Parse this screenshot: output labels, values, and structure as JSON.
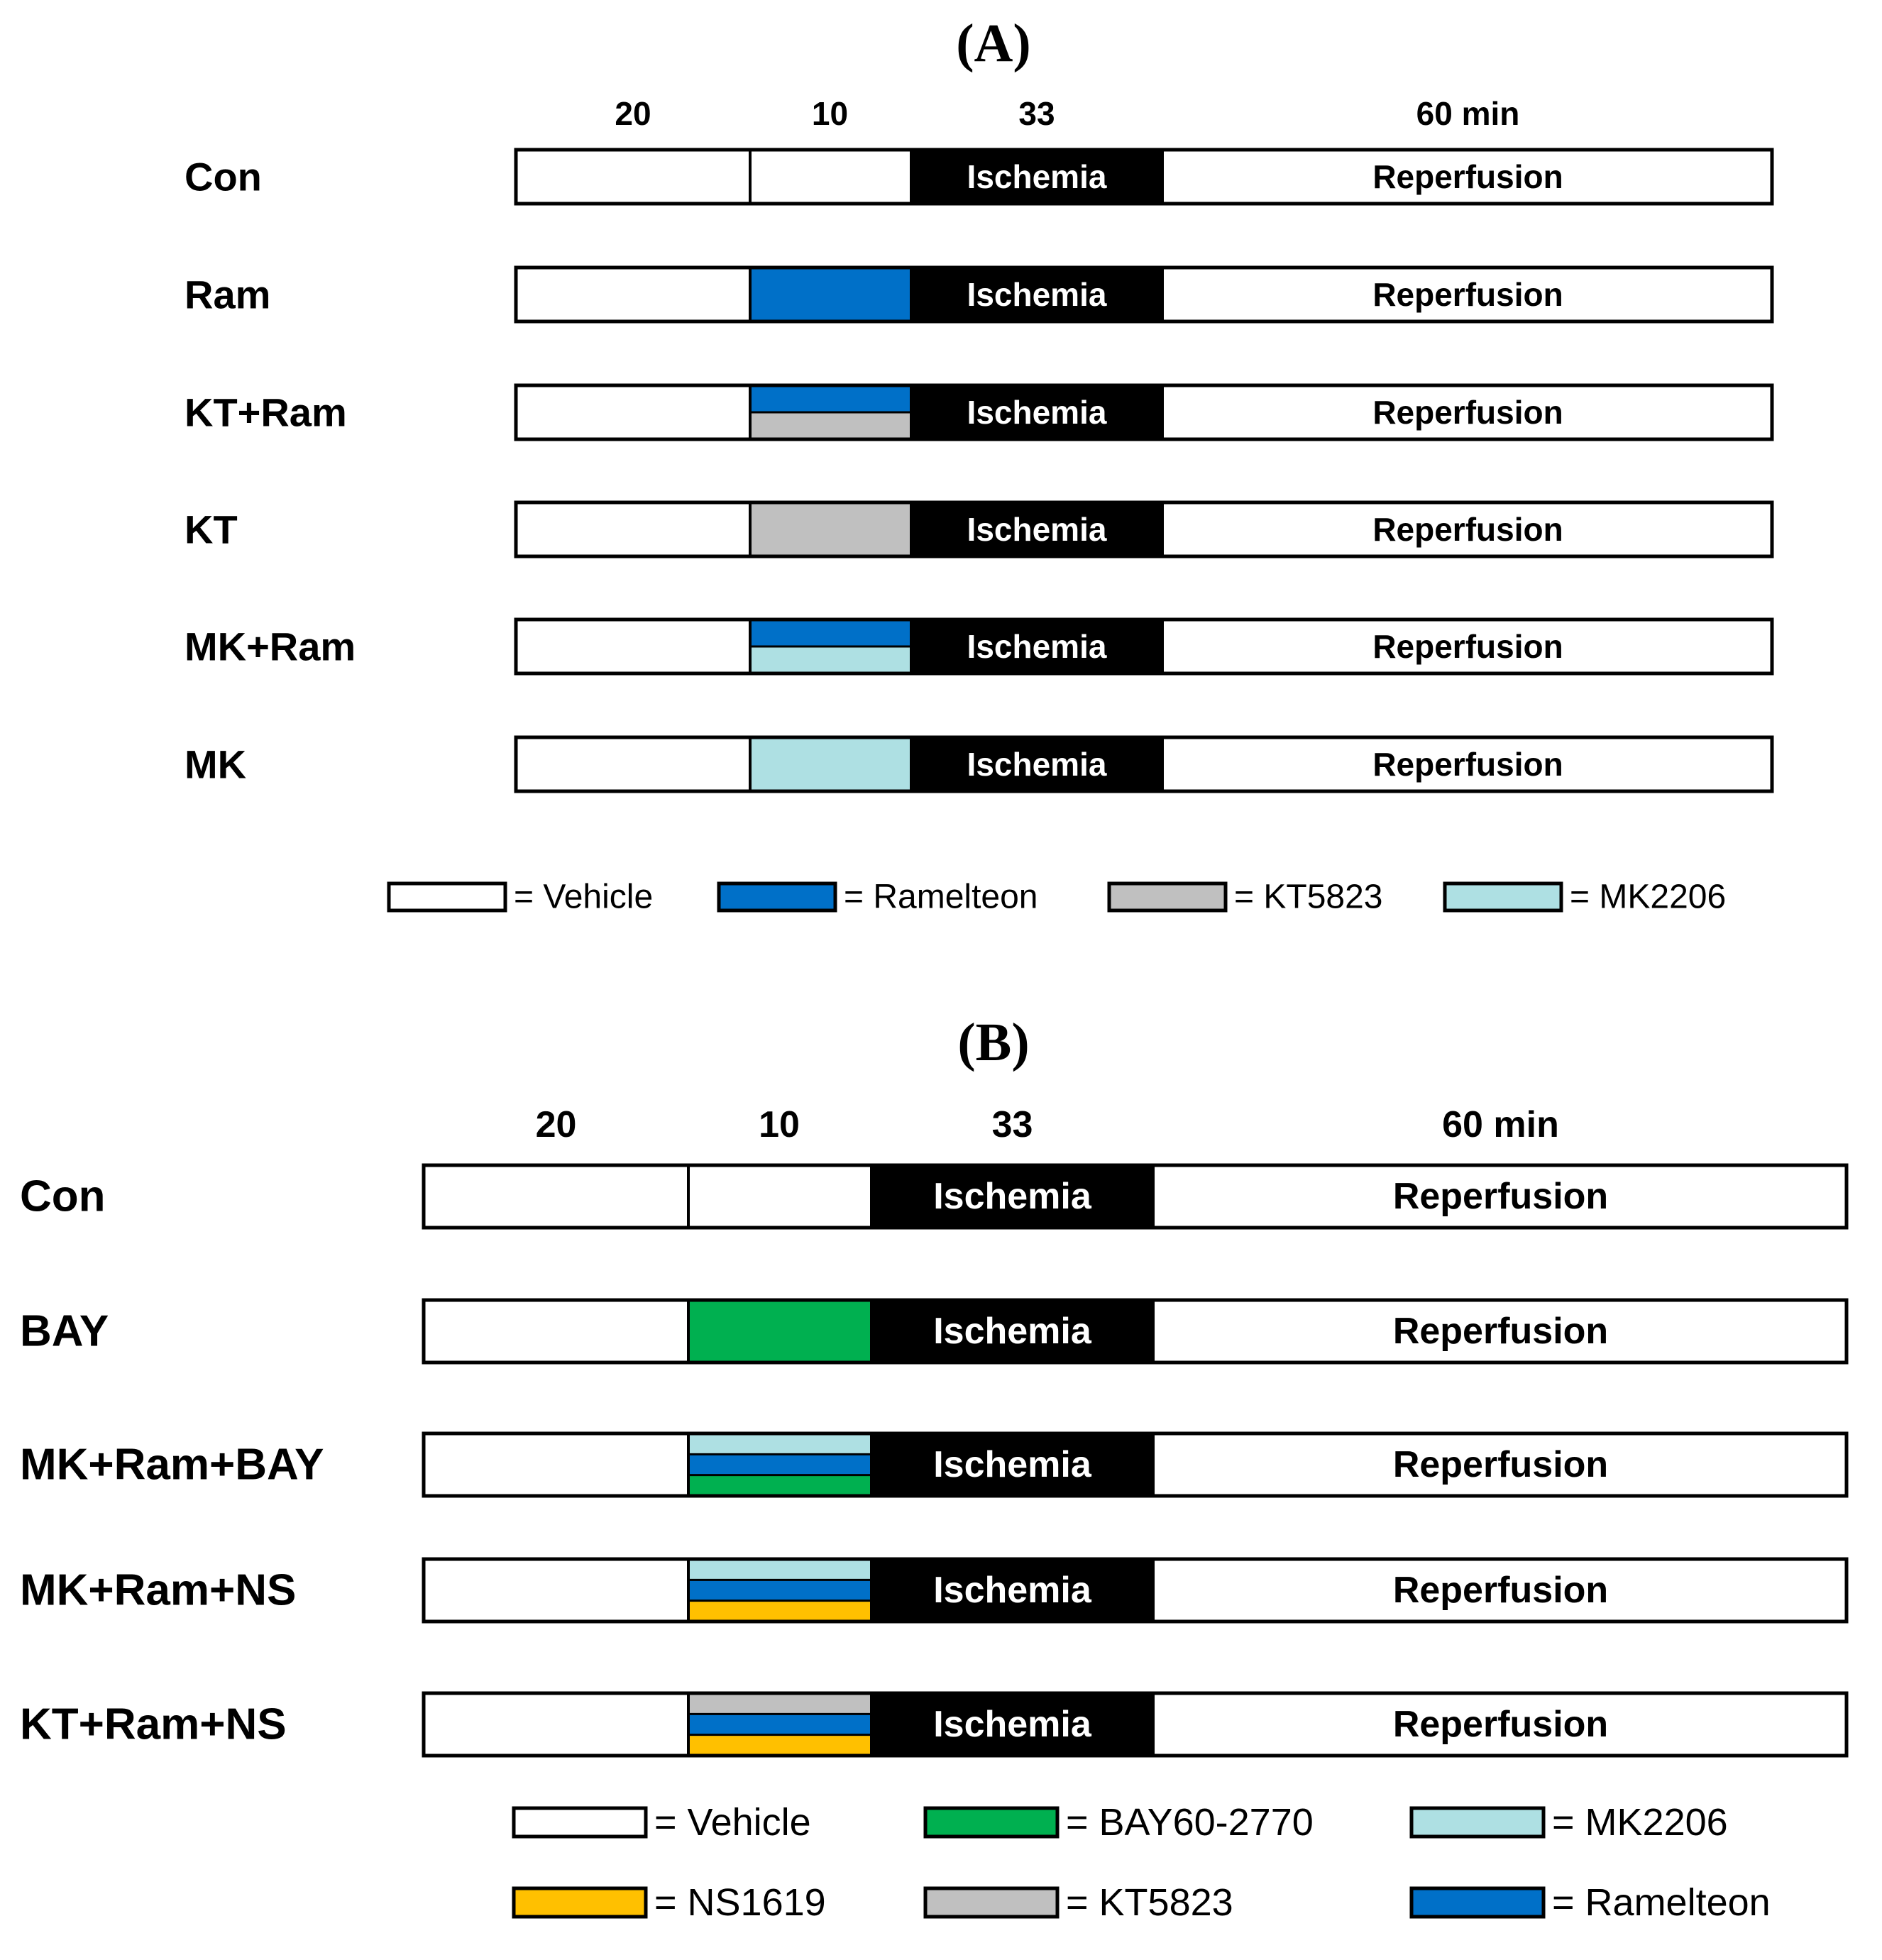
{
  "colors": {
    "vehicle": "#ffffff",
    "ramelteon": "#0070c8",
    "kt5823": "#c0c0c0",
    "mk2206": "#aee0e3",
    "bay": "#00b050",
    "ns1619": "#ffc000",
    "ischemia": "#000000"
  },
  "panelA": {
    "title": "(A)",
    "durations": [
      "20",
      "10",
      "33",
      "60 min"
    ],
    "ischemia_label": "Ischemia",
    "reperfusion_label": "Reperfusion",
    "rows": [
      {
        "label": "Con",
        "drugs": [
          "vehicle"
        ]
      },
      {
        "label": "Ram",
        "drugs": [
          "ramelteon"
        ]
      },
      {
        "label": "KT+Ram",
        "drugs": [
          "ramelteon",
          "kt5823"
        ]
      },
      {
        "label": "KT",
        "drugs": [
          "kt5823"
        ]
      },
      {
        "label": "MK+Ram",
        "drugs": [
          "ramelteon",
          "mk2206"
        ]
      },
      {
        "label": "MK",
        "drugs": [
          "mk2206"
        ]
      }
    ],
    "legend": [
      {
        "drug": "vehicle",
        "text": "= Vehicle"
      },
      {
        "drug": "ramelteon",
        "text": "= Ramelteon"
      },
      {
        "drug": "kt5823",
        "text": "= KT5823"
      },
      {
        "drug": "mk2206",
        "text": "= MK2206"
      }
    ]
  },
  "panelB": {
    "title": "(B)",
    "durations": [
      "20",
      "10",
      "33",
      "60 min"
    ],
    "ischemia_label": "Ischemia",
    "reperfusion_label": "Reperfusion",
    "rows": [
      {
        "label": "Con",
        "drugs": [
          "vehicle"
        ]
      },
      {
        "label": "BAY",
        "drugs": [
          "bay"
        ]
      },
      {
        "label": "MK+Ram+BAY",
        "drugs": [
          "mk2206",
          "ramelteon",
          "bay"
        ]
      },
      {
        "label": "MK+Ram+NS",
        "drugs": [
          "mk2206",
          "ramelteon",
          "ns1619"
        ]
      },
      {
        "label": "KT+Ram+NS",
        "drugs": [
          "kt5823",
          "ramelteon",
          "ns1619"
        ]
      }
    ],
    "legend": [
      {
        "drug": "vehicle",
        "text": "= Vehicle"
      },
      {
        "drug": "bay",
        "text": "= BAY60-2770"
      },
      {
        "drug": "mk2206",
        "text": "= MK2206"
      },
      {
        "drug": "ns1619",
        "text": "= NS1619"
      },
      {
        "drug": "kt5823",
        "text": "= KT5823"
      },
      {
        "drug": "ramelteon",
        "text": "= Ramelteon"
      }
    ]
  }
}
